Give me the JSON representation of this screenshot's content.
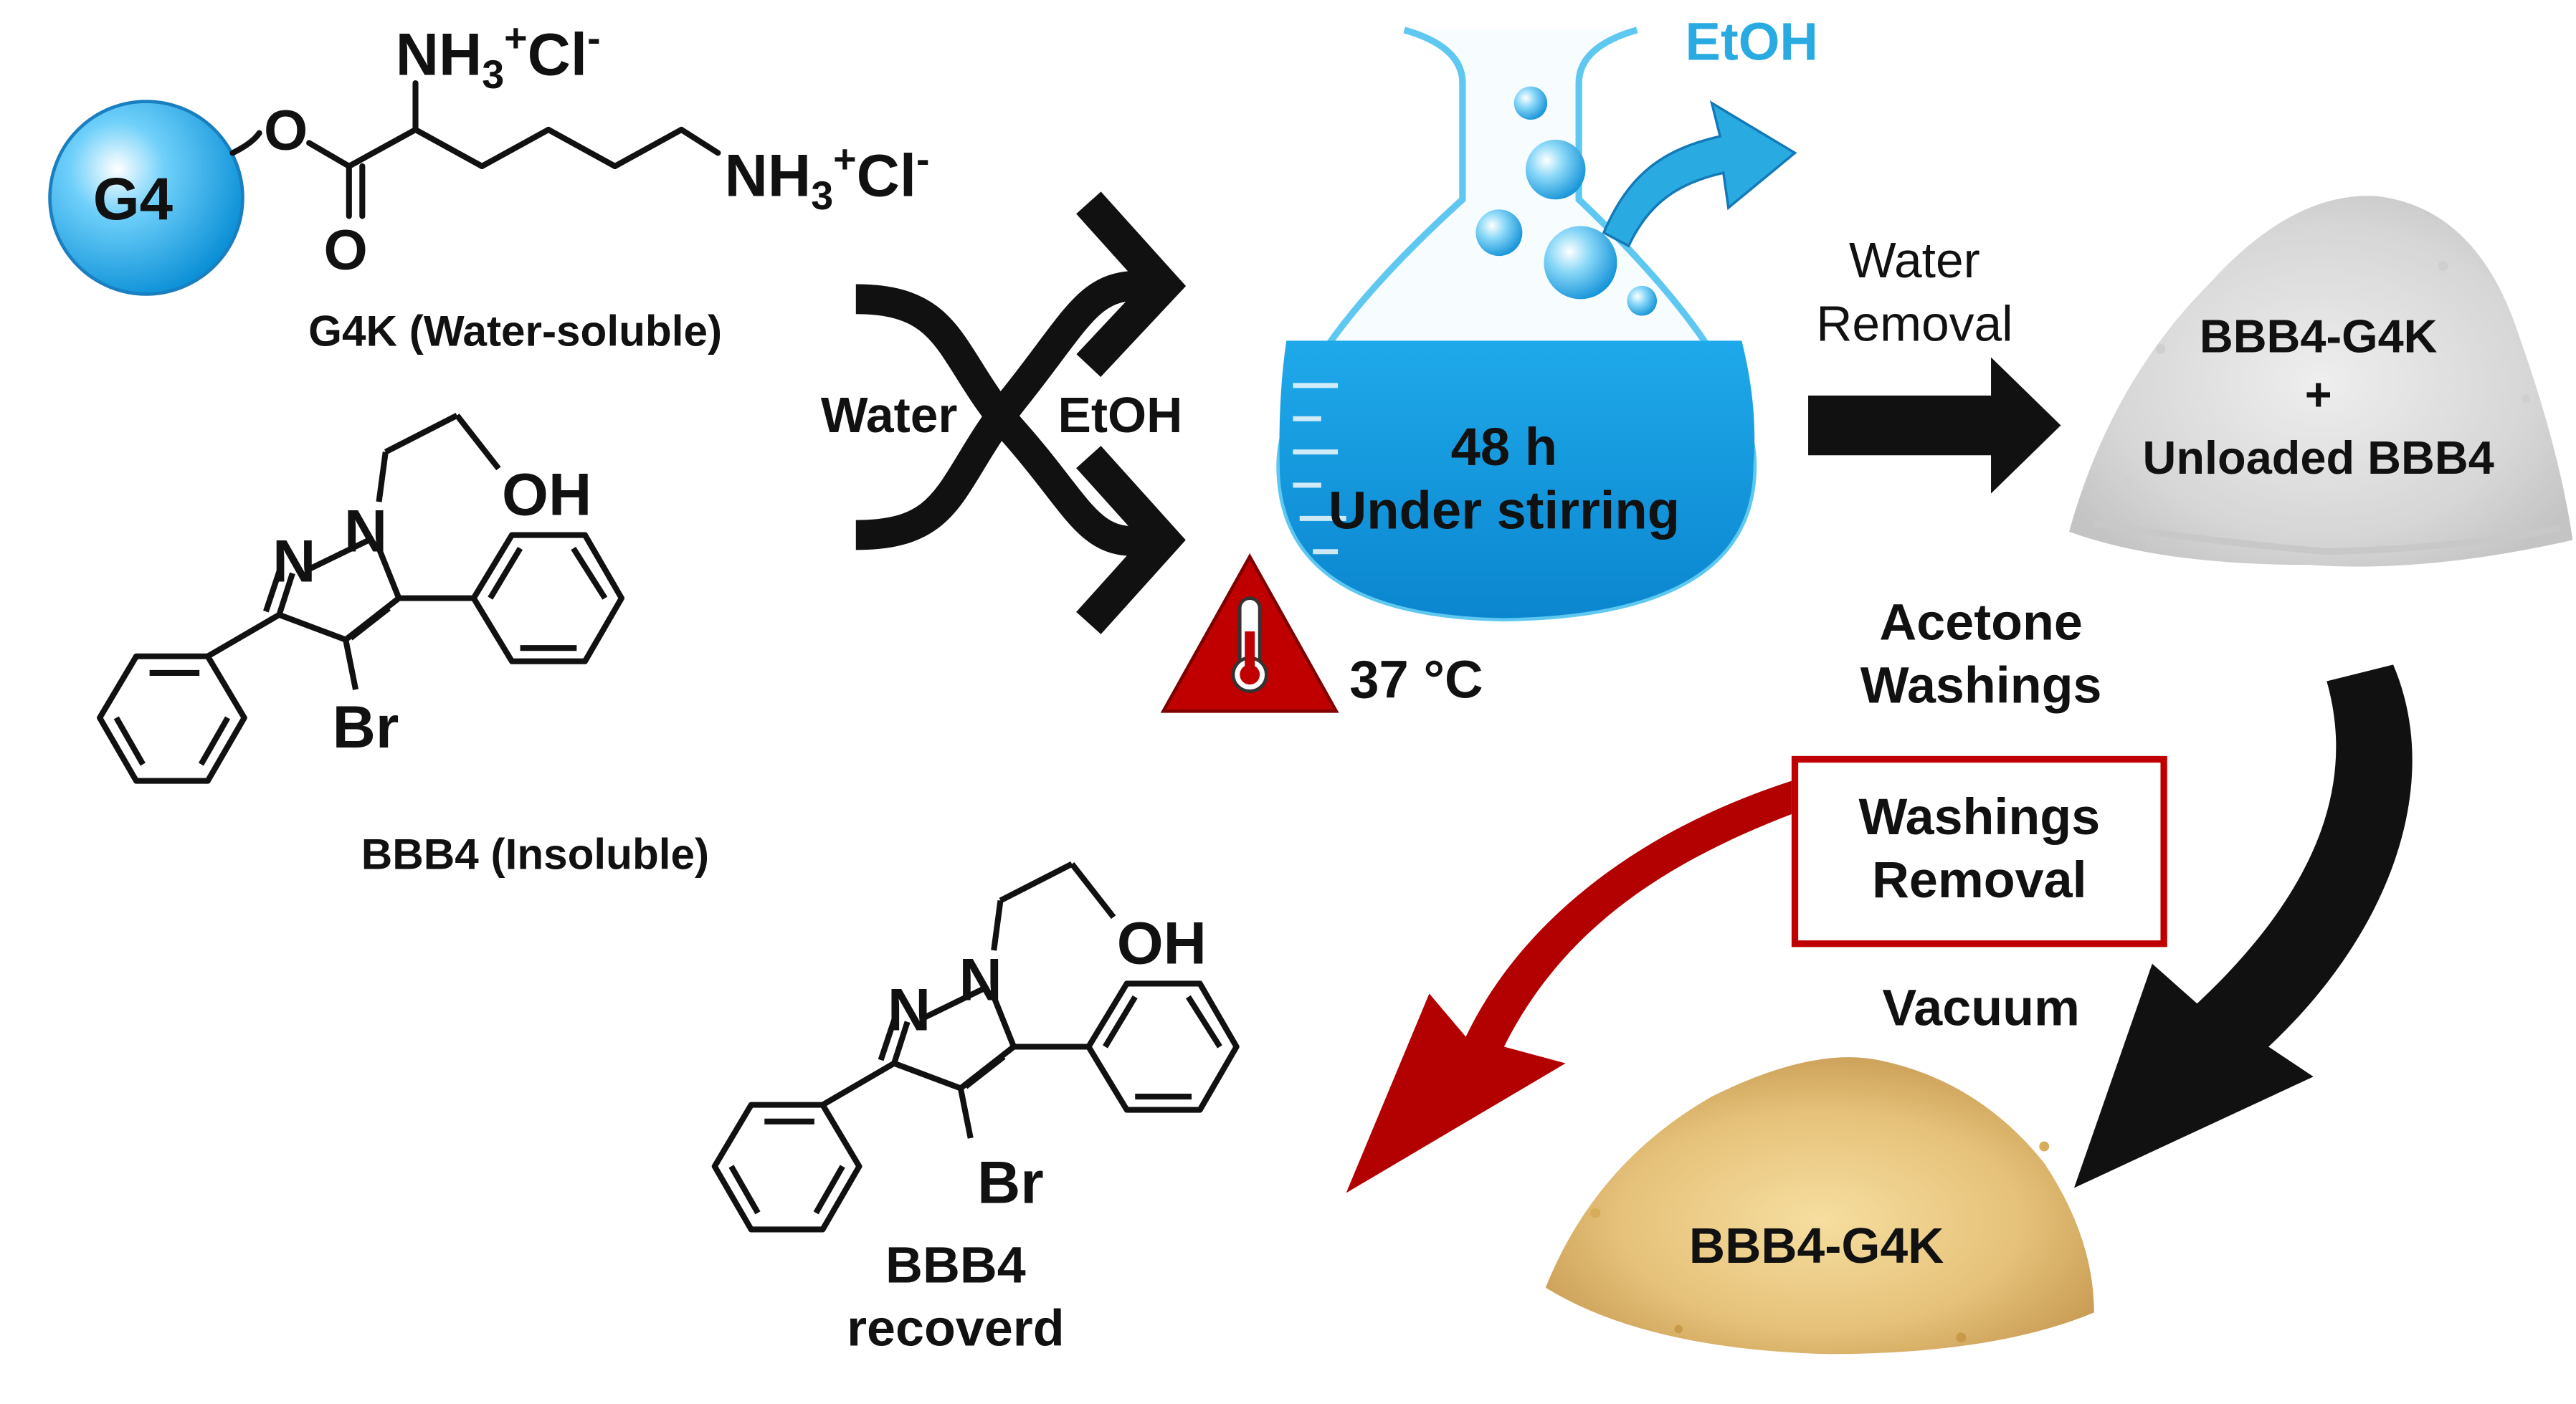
{
  "reactants": {
    "dendrimer_core": "G4",
    "g4k_amine_top": "NH3+Cl-",
    "g4k_amine_side": "NH3+Cl-",
    "g4k_ester_o": "O",
    "g4k_carbonyl_o": "O",
    "g4k_caption": "G4K (Water-soluble)",
    "bbb4_oh": "OH",
    "bbb4_n1": "N",
    "bbb4_n2": "N",
    "bbb4_br": "Br",
    "bbb4_caption": "BBB4 (Insoluble)"
  },
  "mixing": {
    "solvent_left": "Water",
    "solvent_right": "EtOH"
  },
  "flask": {
    "time": "48 h",
    "condition": "Under stirring",
    "evaporated": "EtOH",
    "temperature": "37 °C"
  },
  "step_water_removal": {
    "line1": "Water",
    "line2": "Removal"
  },
  "powder_white": {
    "line1": "BBB4-G4K",
    "line2": "+",
    "line3": "Unloaded BBB4"
  },
  "step_acetone": {
    "line1": "Acetone",
    "line2": "Washings"
  },
  "step_washings_removal": {
    "line1": "Washings",
    "line2": "Removal"
  },
  "step_vacuum": "Vacuum",
  "powder_yellow": "BBB4-G4K",
  "product": {
    "oh": "OH",
    "n1": "N",
    "n2": "N",
    "br": "Br",
    "caption_line1": "BBB4",
    "caption_line2": "recoverd"
  },
  "colors": {
    "flask_blue": "#1aa3e6",
    "flask_outline": "#5ec8f0",
    "etoh_label": "#29abe2",
    "warning_red": "#c00000",
    "red_arrow": "#b30000",
    "powder_yellow": "#e8c87a",
    "powder_white": "#d9d9d9"
  },
  "icons": [
    "thermometer-warning-icon",
    "bubble-icon",
    "curved-arrow-icon",
    "block-arrow-icon"
  ]
}
